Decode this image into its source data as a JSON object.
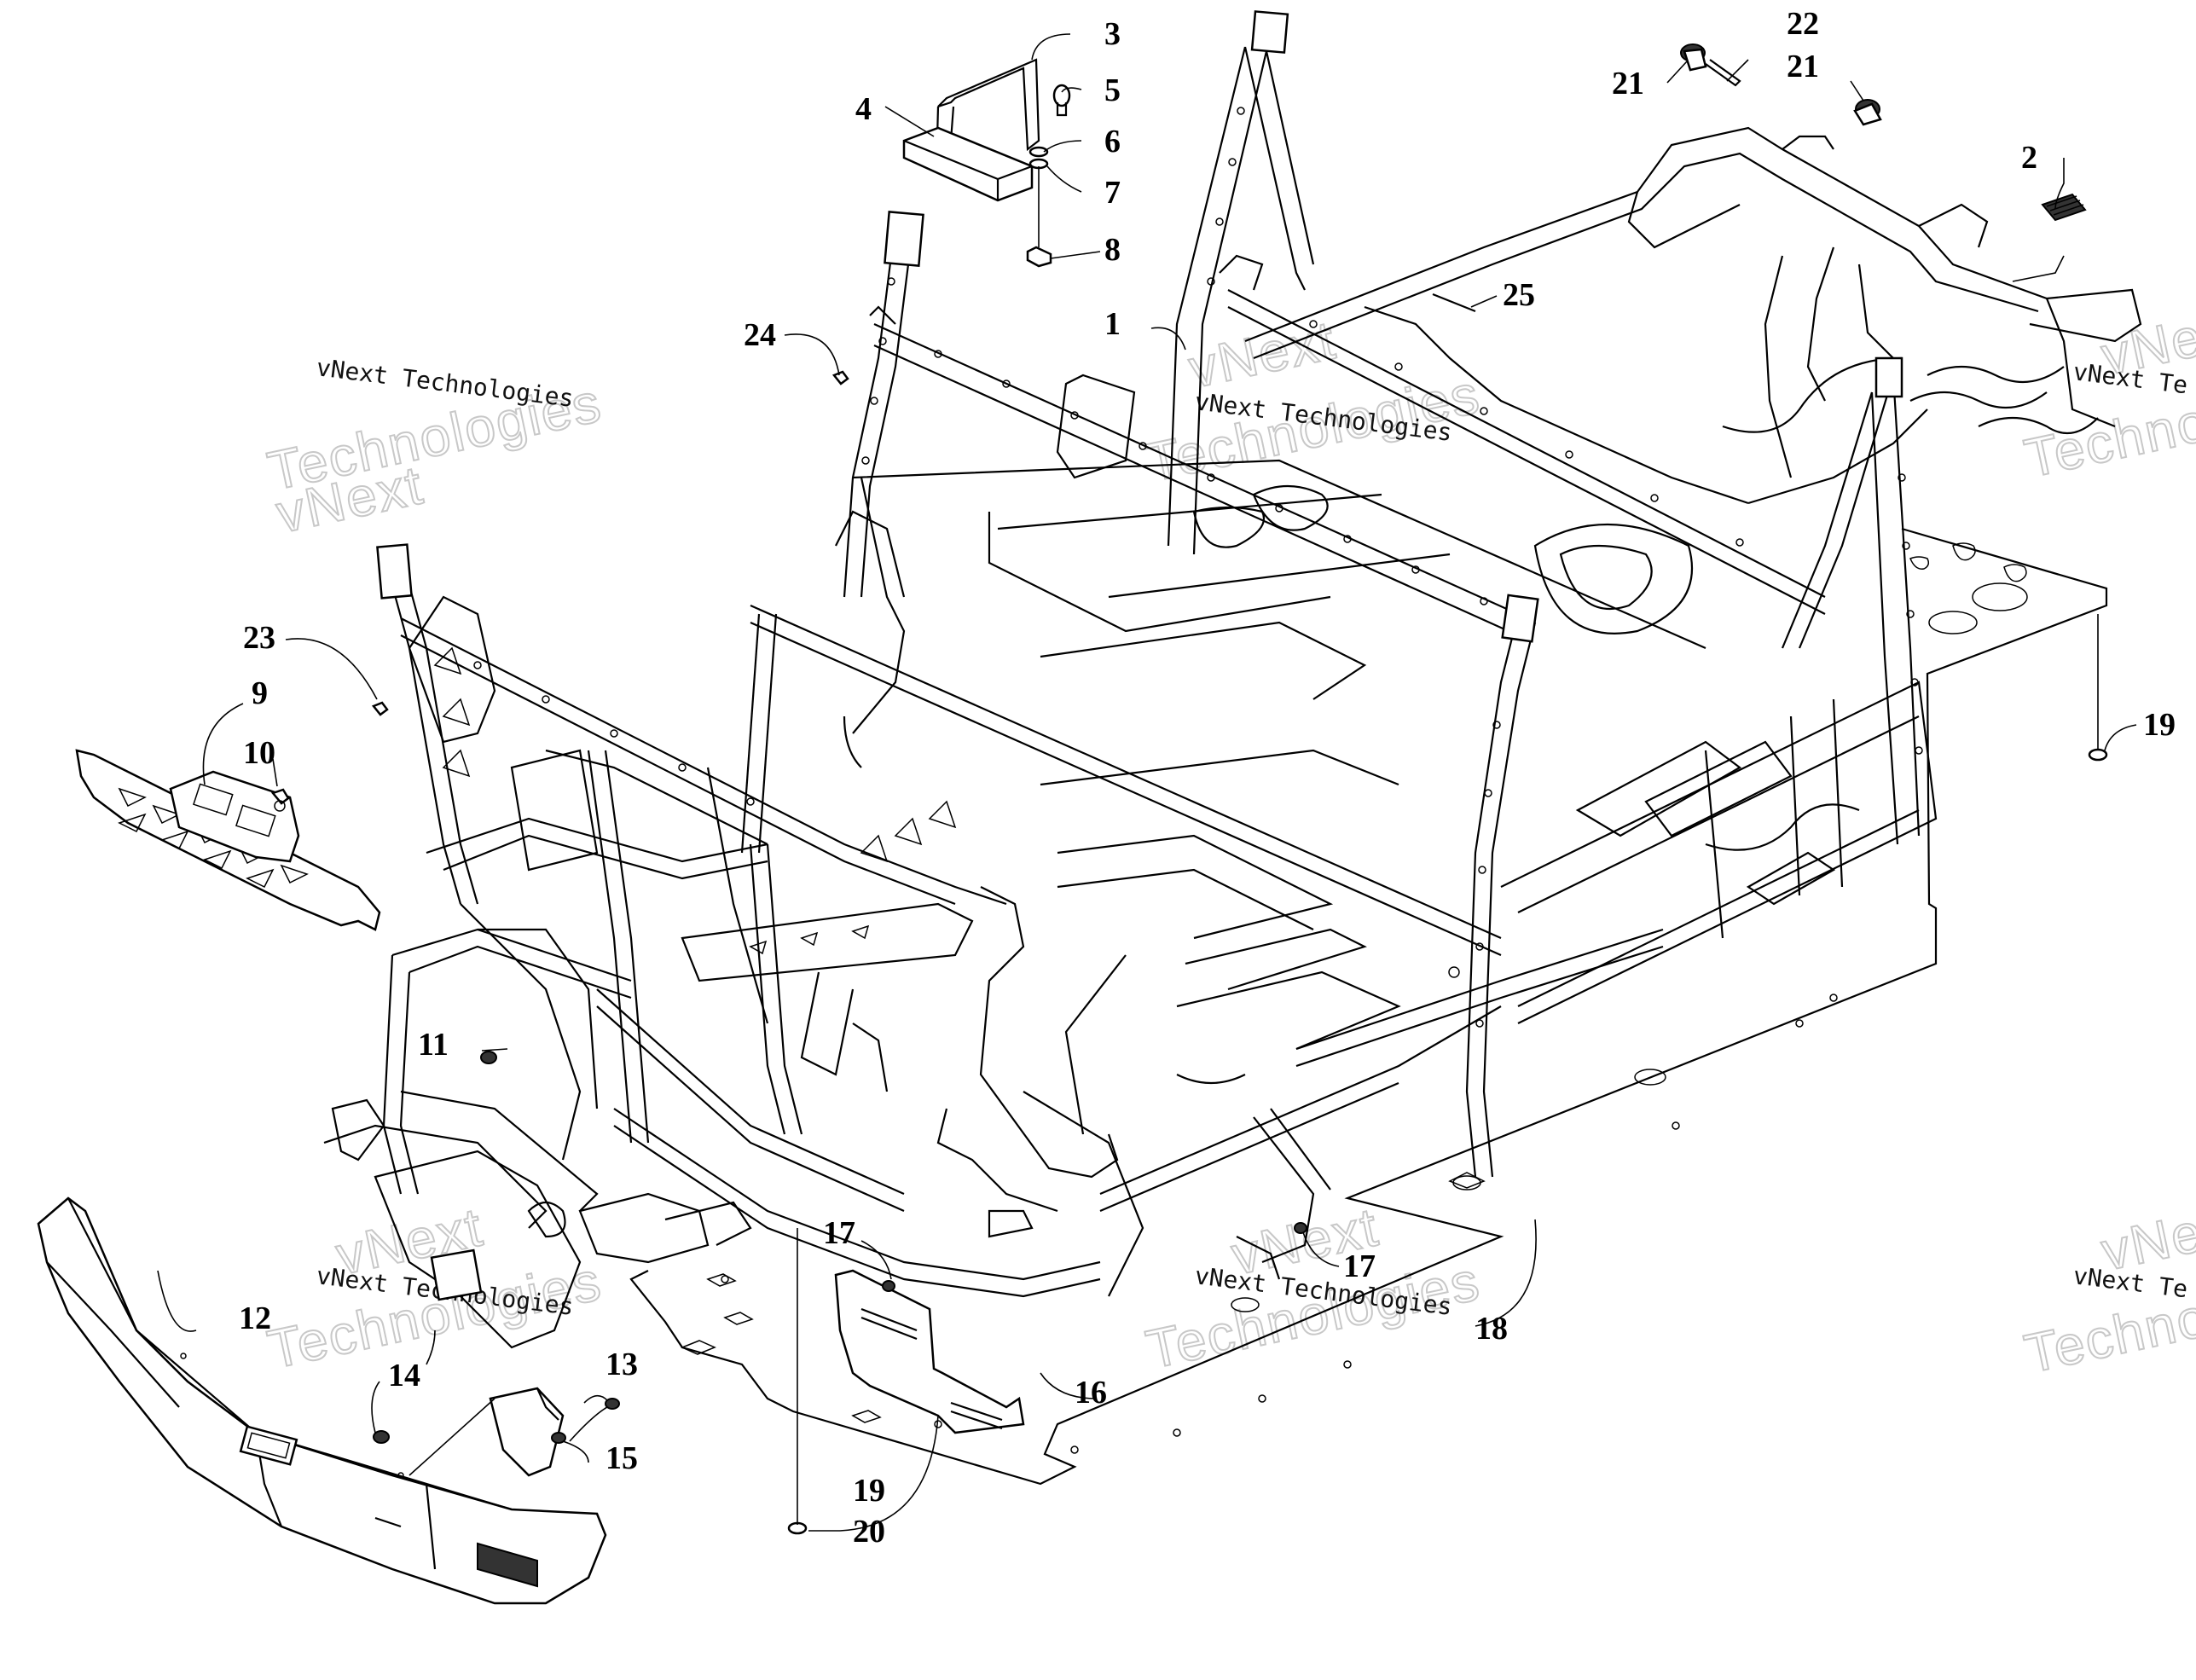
{
  "watermarks": [
    {
      "small": "vNext Technologies",
      "big1": "vNext",
      "big2": "Technologies"
    },
    {
      "small": "vNext Technologies",
      "big1": "vNext",
      "big2": "Technologies"
    },
    {
      "small": "vNext Te",
      "big1": "vNext",
      "big2": "Techno"
    },
    {
      "small": "vNext Technologies",
      "big1": "vNext",
      "big2": "Technologies"
    },
    {
      "small": "vNext Technologies",
      "big1": "vNext",
      "big2": "Technologies"
    },
    {
      "small": "vNext Te",
      "big1": "vNext",
      "big2": "Techno"
    }
  ],
  "callouts": [
    {
      "id": "c1",
      "label": "1"
    },
    {
      "id": "c2",
      "label": "2"
    },
    {
      "id": "c3",
      "label": "3"
    },
    {
      "id": "c4",
      "label": "4"
    },
    {
      "id": "c5",
      "label": "5"
    },
    {
      "id": "c6",
      "label": "6"
    },
    {
      "id": "c7",
      "label": "7"
    },
    {
      "id": "c8",
      "label": "8"
    },
    {
      "id": "c9",
      "label": "9"
    },
    {
      "id": "c10",
      "label": "10"
    },
    {
      "id": "c11",
      "label": "11"
    },
    {
      "id": "c12",
      "label": "12"
    },
    {
      "id": "c13",
      "label": "13"
    },
    {
      "id": "c14",
      "label": "14"
    },
    {
      "id": "c15",
      "label": "15"
    },
    {
      "id": "c16",
      "label": "16"
    },
    {
      "id": "c17a",
      "label": "17"
    },
    {
      "id": "c17b",
      "label": "17"
    },
    {
      "id": "c18",
      "label": "18"
    },
    {
      "id": "c19a",
      "label": "19"
    },
    {
      "id": "c19b",
      "label": "19"
    },
    {
      "id": "c20",
      "label": "20"
    },
    {
      "id": "c21a",
      "label": "21"
    },
    {
      "id": "c21b",
      "label": "21"
    },
    {
      "id": "c22",
      "label": "22"
    },
    {
      "id": "c23",
      "label": "23"
    },
    {
      "id": "c24",
      "label": "24"
    },
    {
      "id": "c25",
      "label": "25"
    }
  ]
}
